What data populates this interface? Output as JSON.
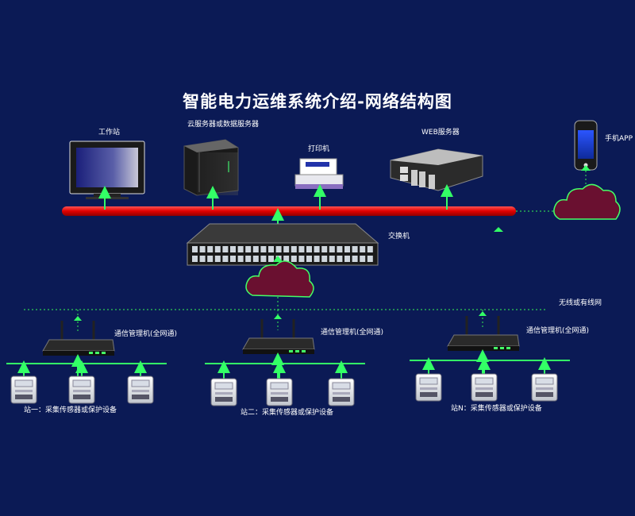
{
  "title": "智能电力运维系统介绍-网络结构图",
  "colors": {
    "background": "#0b1a55",
    "bus_line": "#e00000",
    "arrow": "#33ff66",
    "dotted_link": "#2ecc55",
    "cloud_fill": "#6a1030",
    "cloud_stroke": "#44ff66"
  },
  "top_devices": {
    "workstation": "工作站",
    "cloud_server": "云服务器或数据服务器",
    "printer": "打印机",
    "web_server": "WEB服务器",
    "mobile_app": "手机APP"
  },
  "switch_label": "交换机",
  "network_label": "无线或有线网",
  "stations": [
    {
      "router_label": "通信管理机(全网通)",
      "station_label": "站一：采集传感器或保护设备"
    },
    {
      "router_label": "通信管理机(全网通)",
      "station_label": "站二：采集传感器或保护设备"
    },
    {
      "router_label": "通信管理机(全网通)",
      "station_label": "站N：采集传感器或保护设备"
    }
  ]
}
